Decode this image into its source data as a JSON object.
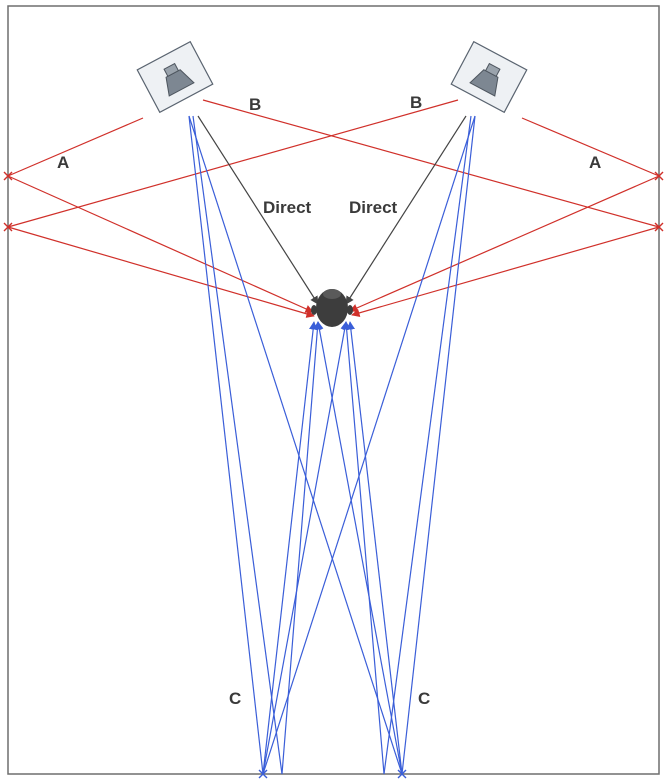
{
  "labels": {
    "path_a": "A",
    "path_b": "B",
    "path_c": "C",
    "direct": "Direct"
  },
  "icons": {
    "speaker": "speaker-icon",
    "listener": "listener-head-icon",
    "reflection_point": "reflection-x-icon"
  },
  "colors": {
    "room_border": "#6e6e6e",
    "reflection_side": "#d0302a",
    "reflection_floor": "#3a5ed8",
    "direct": "#444444",
    "speaker_fill": "#eef1f4",
    "speaker_cone": "#7d8792",
    "head": "#3d3d3d"
  }
}
